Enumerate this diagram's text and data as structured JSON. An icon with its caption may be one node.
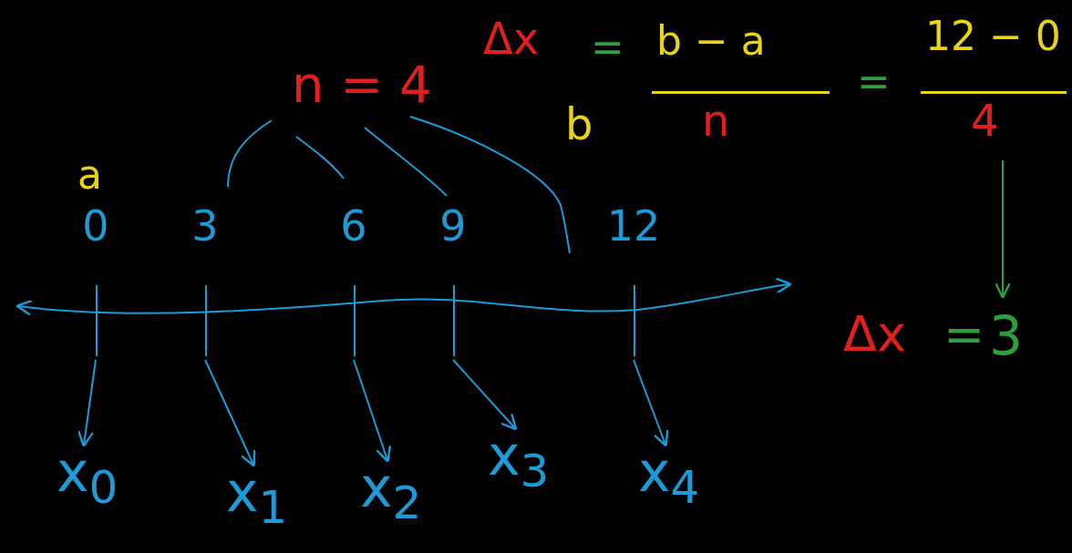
{
  "diagram": {
    "nodes": [
      {
        "text": [
          "Δx",
          "=",
          "b − a",
          "n",
          "=",
          "12 − 0",
          "4"
        ]
      },
      {
        "text": [
          "Δx",
          "=",
          "3"
        ]
      },
      {
        "text": [
          "n = 4"
        ]
      },
      {
        "text": [
          "0"
        ]
      },
      {
        "text": [
          "3"
        ]
      },
      {
        "text": [
          "6"
        ]
      },
      {
        "text": [
          "9"
        ]
      },
      {
        "text": [
          "12"
        ]
      },
      {
        "text": [
          "x$_{0}$"
        ]
      },
      {
        "text": [
          "x$_{1}$"
        ]
      },
      {
        "text": [
          "x$_{2}$"
        ]
      },
      {
        "text": [
          "x$_{3}$"
        ]
      },
      {
        "text": [
          "x$_{4}$"
        ]
      }
    ],
    "edges": [
      {
        "from": 0,
        "to": 1,
        "arrow": "to",
        "color": "#2e9e3e"
      },
      {
        "from": 3,
        "to": 8,
        "arrow": "to"
      },
      {
        "from": 4,
        "to": 9,
        "arrow": "to"
      },
      {
        "from": 5,
        "to": 10,
        "arrow": "to"
      },
      {
        "from": 6,
        "to": 11,
        "arrow": "to"
      },
      {
        "from": 7,
        "to": 12,
        "arrow": "to"
      }
    ],
    "labels": [
      "a",
      "b"
    ]
  }
}
